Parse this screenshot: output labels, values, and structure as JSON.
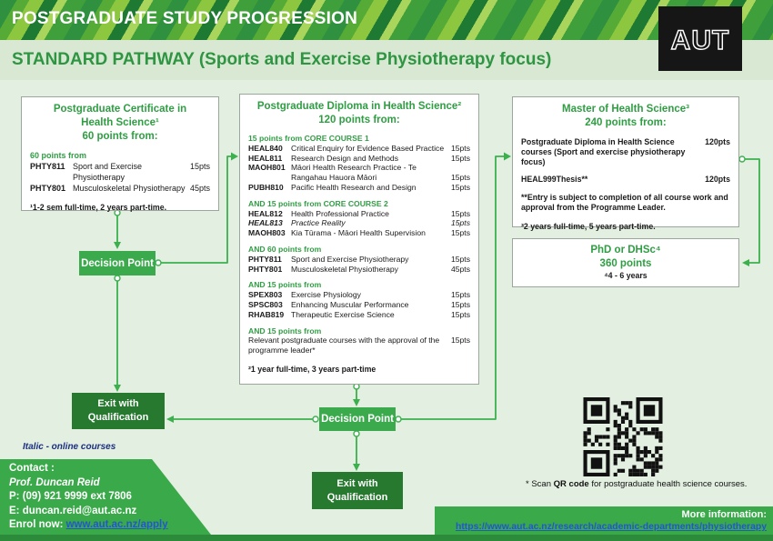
{
  "header": {
    "title": "POSTGRADUATE STUDY PROGRESSION",
    "subtitle": "STANDARD PATHWAY (Sports and Exercise Physiotherapy focus)",
    "logo": "AUT"
  },
  "boxes": {
    "certificate": {
      "title_lines": [
        "Postgraduate Certificate in",
        "Health Science¹"
      ],
      "points_line": "60 points from:",
      "sections": [
        {
          "heading": "60 points from",
          "rows": [
            {
              "code": "PHTY811",
              "name": "Sport and Exercise Physiotherapy",
              "pts": "15pts"
            },
            {
              "code": "PHTY801",
              "name": "Musculoskeletal Physiotherapy",
              "pts": "45pts"
            }
          ]
        }
      ],
      "footnote": "¹1-2 sem full-time, 2 years part-time."
    },
    "diploma": {
      "title_lines": [
        "Postgraduate Diploma in Health Science²"
      ],
      "points_line": "120 points from:",
      "sections": [
        {
          "heading": "15 points from CORE COURSE 1",
          "rows": [
            {
              "code": "HEAL840",
              "name": "Critical Enquiry for Evidence Based Practice",
              "pts": "15pts"
            },
            {
              "code": "HEAL811",
              "name": "Research Design and Methods",
              "pts": "15pts"
            },
            {
              "code": "MAOH801",
              "name": "Māori Health Research Practice - Te",
              "pts": ""
            },
            {
              "code": "",
              "name": "Rangahau Hauora Māori",
              "pts": "15pts"
            },
            {
              "code": "PUBH810",
              "name": "Pacific Health Research and Design",
              "pts": "15pts"
            }
          ]
        },
        {
          "heading": "AND 15 points from CORE COURSE 2",
          "rows": [
            {
              "code": "HEAL812",
              "name": "Health Professional Practice",
              "pts": "15pts"
            },
            {
              "code": "HEAL813",
              "name": "Practice Reality",
              "pts": "15pts",
              "online": true
            },
            {
              "code": "MAOH803",
              "name": "Kia Tūrama - Māori Health Supervision",
              "pts": "15pts"
            }
          ]
        },
        {
          "heading": "AND 60 points from",
          "rows": [
            {
              "code": "PHTY811",
              "name": "Sport and Exercise Physiotherapy",
              "pts": "15pts"
            },
            {
              "code": "PHTY801",
              "name": "Musculoskeletal Physiotherapy",
              "pts": "45pts"
            }
          ]
        },
        {
          "heading": "AND 15 points from",
          "rows": [
            {
              "code": "SPEX803",
              "name": "Exercise Physiology",
              "pts": "15pts"
            },
            {
              "code": "SPSC803",
              "name": "Enhancing Muscular Performance",
              "pts": "15pts"
            },
            {
              "code": "RHAB819",
              "name": "Therapeutic Exercise Science",
              "pts": "15pts"
            }
          ]
        },
        {
          "heading": "AND 15 points from",
          "rows": [
            {
              "full": true,
              "name": "Relevant postgraduate courses with the approval of the",
              "pts": "15pts"
            },
            {
              "full": true,
              "name": "programme leader*",
              "pts": ""
            }
          ]
        }
      ],
      "footnote": "²1 year full-time, 3 years part-time"
    },
    "master": {
      "title_lines": [
        "Master of Health Science³"
      ],
      "points_line": "240 points from:",
      "diploma_line1": "Postgraduate Diploma in Health Science",
      "diploma_line2": "courses (Sport and exercise physiotherapy focus)",
      "diploma_pts": "120pts",
      "thesis_code": "HEAL999",
      "thesis_name": "Thesis**",
      "thesis_pts": "120pts",
      "note": "**Entry is subject to completion of all course work and approval from the Programme Leader.",
      "footnote": "³2 years full-time, 5 years part-time."
    },
    "phd": {
      "title": "PhD or DHSc⁴",
      "points": "360 points",
      "duration": "⁴4 - 6 years"
    }
  },
  "flow": {
    "decision_point": "Decision Point",
    "exit_line1": "Exit with",
    "exit_line2": "Qualification"
  },
  "legend": {
    "italic_note": "Italic - online courses"
  },
  "contact": {
    "heading": "Contact :",
    "name": "Prof. Duncan Reid",
    "phone": "P: (09) 921 9999 ext 7806",
    "email": "E: duncan.reid@aut.ac.nz",
    "enrol_label": "Enrol now: ",
    "enrol_link": "www.aut.ac.nz/apply"
  },
  "qr": {
    "caption_prefix": "* Scan ",
    "caption_bold": "QR code",
    "caption_suffix": " for postgraduate health science courses."
  },
  "more_info": {
    "label": "More information:",
    "url": "https://www.aut.ac.nz/research/academic-departments/physiotherapy"
  },
  "colors": {
    "accent_green": "#2f9e43",
    "node_green": "#3aaa4c",
    "exit_green": "#26792f",
    "panel_green": "#3aa94a",
    "link_blue": "#2257cc",
    "online_blue": "#2b50b8",
    "legend_navy": "#1b2f80",
    "background": "#e3efe0"
  }
}
